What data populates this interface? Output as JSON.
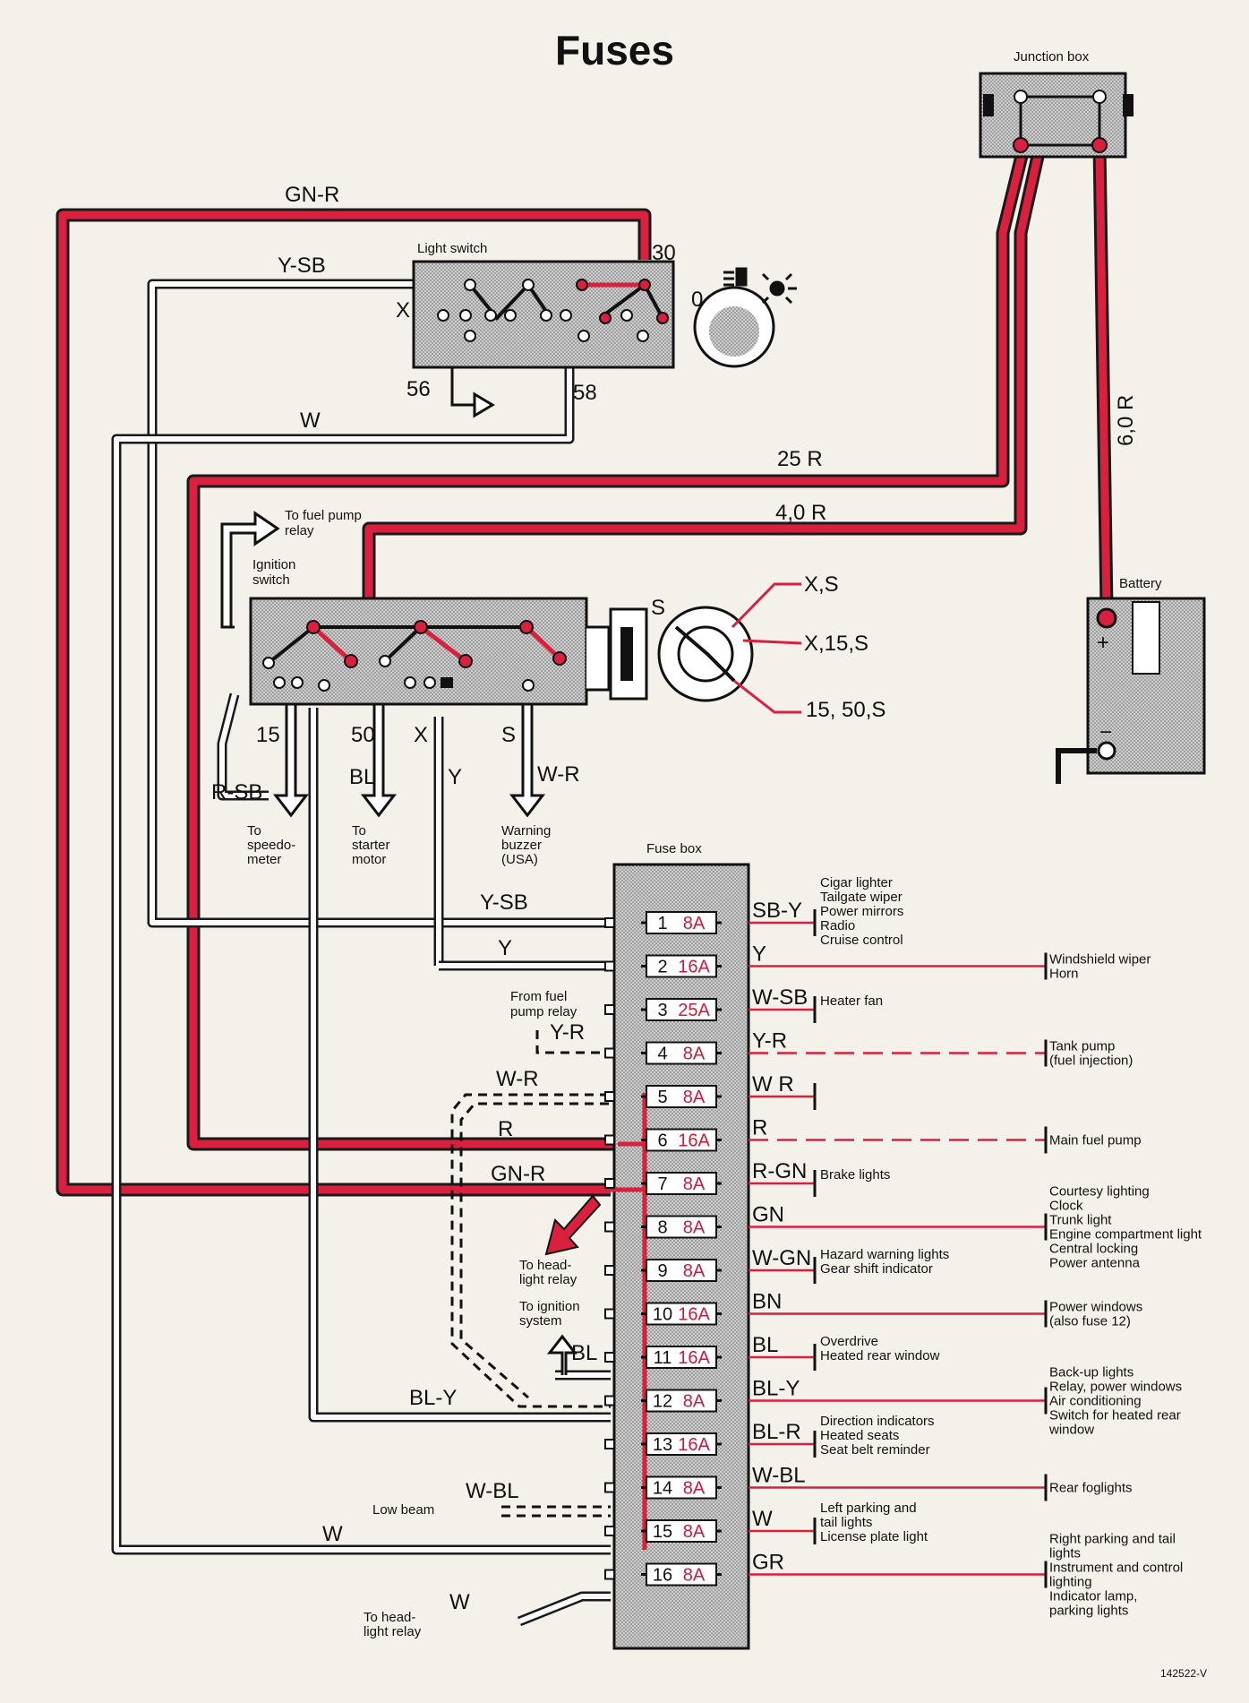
{
  "title": "Fuses",
  "components": {
    "junction_box": "Junction box",
    "light_switch": "Light switch",
    "ignition_switch": "Ignition switch",
    "battery": "Battery",
    "fuse_box": "Fuse box"
  },
  "switch_labels": {
    "ls_30": "30",
    "ls_x": "X",
    "ls_0": "0",
    "ls_56": "56",
    "ls_58": "58",
    "ig_15": "15",
    "ig_50": "50",
    "ig_x": "X",
    "ig_s": "S",
    "key_s": "S",
    "key_pos1": "X,S",
    "key_pos2": "X,15,S",
    "key_pos3": "15, 50,S"
  },
  "wire_labels": {
    "gn_r_top": "GN-R",
    "y_sb_top": "Y-SB",
    "w_top": "W",
    "r25": "25 R",
    "r40": "4,0 R",
    "r60": "6,0 R",
    "r_sb": "R-SB",
    "bl": "BL",
    "y": "Y",
    "w_r_ign": "W-R",
    "y_sb_fb": "Y-SB",
    "y_fb": "Y",
    "y_r": "Y-R",
    "w_r": "W-R",
    "r_fb": "R",
    "gn_r_fb": "GN-R",
    "bl_y": "BL-Y",
    "w_bl": "W-BL",
    "w_low": "W",
    "w_bottom": "W",
    "bl_ign": "BL"
  },
  "destinations": {
    "fuel_pump_relay": [
      "To fuel pump",
      "relay"
    ],
    "speedometer": [
      "To",
      "speedo-",
      "meter"
    ],
    "starter_motor": [
      "To",
      "starter",
      "motor"
    ],
    "warning_buzzer": [
      "Warning",
      "buzzer",
      "(USA)"
    ],
    "from_fuel_pump_relay": [
      "From fuel",
      "pump relay"
    ],
    "headlight_relay_1": [
      "To head-",
      "light relay"
    ],
    "ignition_system": [
      "To ignition",
      "system"
    ],
    "low_beam": "Low beam",
    "headlight_relay_2": [
      "To head-",
      "light relay"
    ]
  },
  "fuses": [
    {
      "n": "1",
      "amps": "8A",
      "wire": "SB-Y",
      "near": [
        "Cigar lighter",
        "Tailgate wiper",
        "Power mirrors",
        "Radio",
        "Cruise control"
      ],
      "far": []
    },
    {
      "n": "2",
      "amps": "16A",
      "wire": "Y",
      "near": [],
      "far": [
        "Windshield wiper",
        "Horn"
      ]
    },
    {
      "n": "3",
      "amps": "25A",
      "wire": "W-SB",
      "near": [
        "Heater fan"
      ],
      "far": []
    },
    {
      "n": "4",
      "amps": "8A",
      "wire": "Y-R",
      "near": [],
      "far": [
        "Tank pump",
        "(fuel injection)"
      ]
    },
    {
      "n": "5",
      "amps": "8A",
      "wire": "W R",
      "near": [],
      "far": []
    },
    {
      "n": "6",
      "amps": "16A",
      "wire": "R",
      "near": [],
      "far": [
        "Main fuel pump"
      ]
    },
    {
      "n": "7",
      "amps": "8A",
      "wire": "R-GN",
      "near": [
        "Brake lights"
      ],
      "far": []
    },
    {
      "n": "8",
      "amps": "8A",
      "wire": "GN",
      "near": [],
      "far": [
        "Courtesy lighting",
        "Clock",
        "Trunk light",
        "Engine compartment light",
        "Central locking",
        "Power antenna"
      ]
    },
    {
      "n": "9",
      "amps": "8A",
      "wire": "W-GN",
      "near": [
        "Hazard warning lights",
        "Gear shift indicator"
      ],
      "far": []
    },
    {
      "n": "10",
      "amps": "16A",
      "wire": "BN",
      "near": [],
      "far": [
        "Power windows",
        "(also fuse 12)"
      ]
    },
    {
      "n": "11",
      "amps": "16A",
      "wire": "BL",
      "near": [
        "Overdrive",
        "Heated rear window"
      ],
      "far": []
    },
    {
      "n": "12",
      "amps": "8A",
      "wire": "BL-Y",
      "near": [],
      "far": [
        "Back-up lights",
        "Relay, power windows",
        "Air conditioning",
        "Switch for heated rear",
        "window"
      ]
    },
    {
      "n": "13",
      "amps": "16A",
      "wire": "BL-R",
      "near": [
        "Direction indicators",
        "Heated seats",
        "Seat belt reminder"
      ],
      "far": []
    },
    {
      "n": "14",
      "amps": "8A",
      "wire": "W-BL",
      "near": [],
      "far": [
        "Rear foglights"
      ]
    },
    {
      "n": "15",
      "amps": "8A",
      "wire": "W",
      "near": [
        "Left parking and",
        "tail lights",
        "License plate light"
      ],
      "far": []
    },
    {
      "n": "16",
      "amps": "8A",
      "wire": "GR",
      "near": [],
      "far": [
        "Right parking and tail",
        "lights",
        "Instrument and control",
        "lighting",
        "Indicator lamp,",
        "parking lights"
      ]
    }
  ],
  "figure_code": "142522-V",
  "colors": {
    "red": "#d9203f",
    "dark": "#1a1a1a",
    "paper": "#f4f1ea",
    "grey": "#c9c9c9",
    "accent": "#d11a3a"
  }
}
